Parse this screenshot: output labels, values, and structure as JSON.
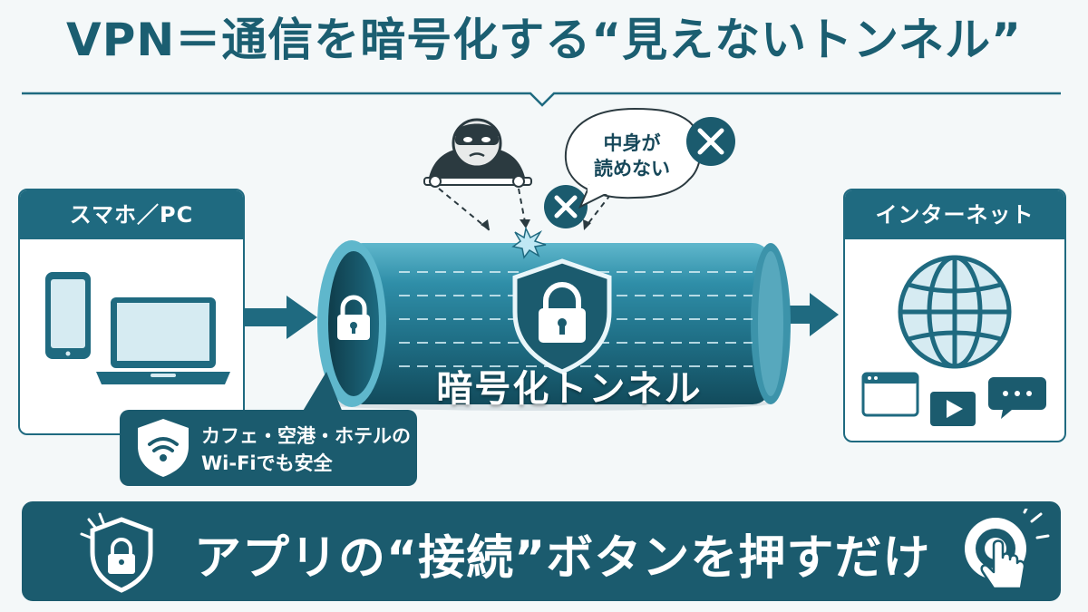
{
  "title": "VPN＝通信を暗号化する“見えないトンネル”",
  "device_panel": {
    "label": "スマホ／PC"
  },
  "internet_panel": {
    "label": "インターネット"
  },
  "bubble": {
    "line1": "中身が",
    "line2": "読めない"
  },
  "tunnel": {
    "label": "暗号化トンネル"
  },
  "wifi_callout": {
    "line1": "カフェ・空港・ホテルの",
    "line2": "Wi-Fiでも安全"
  },
  "banner": {
    "text": "アプリの“接続”ボタンを押すだけ"
  },
  "colors": {
    "primary": "#1f6a80",
    "dark": "#1b5b6e",
    "light": "#d6ebf2",
    "background": "#f4f8f9"
  },
  "icons": [
    "smartphone-icon",
    "laptop-icon",
    "globe-icon",
    "browser-window-icon",
    "play-video-icon",
    "chat-bubble-icon",
    "padlock-icon",
    "shield-lock-icon",
    "wifi-shield-icon",
    "hacker-icon",
    "blocked-x-icon",
    "tap-button-icon"
  ]
}
